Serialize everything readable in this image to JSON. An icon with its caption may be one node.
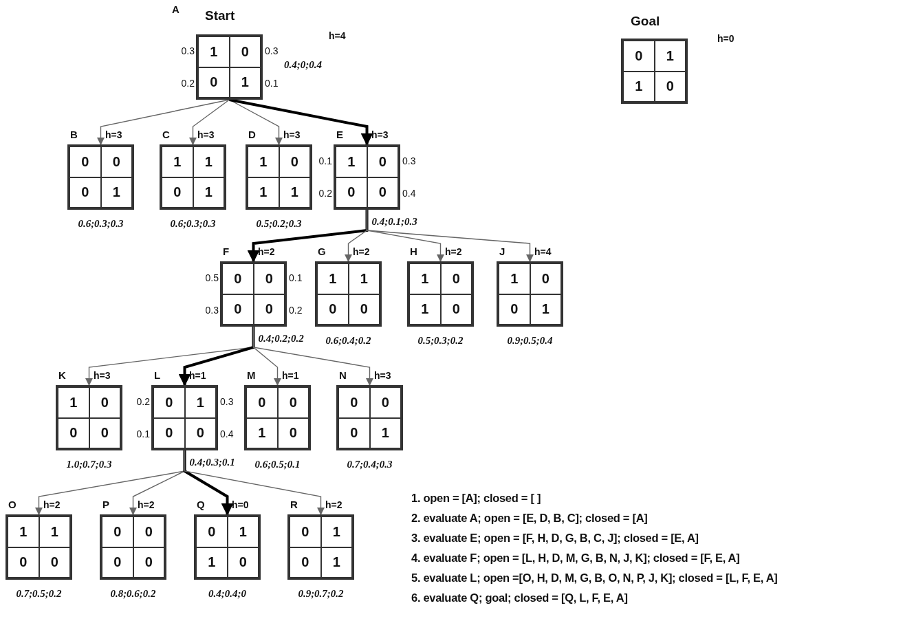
{
  "diagram": {
    "nodes": [
      {
        "text": [
          "1",
          "0",
          "0",
          "1"
        ],
        "beside": [
          "A",
          "Start",
          "h=4",
          "0.4;0;0.4",
          "0.3",
          "0.2",
          "0.3",
          "0.1"
        ]
      },
      {
        "text": [
          "0",
          "0",
          "0",
          "1"
        ],
        "beside": [
          "B",
          "h=3",
          "0.6;0.3;0.3"
        ]
      },
      {
        "text": [
          "1",
          "1",
          "0",
          "1"
        ],
        "beside": [
          "C",
          "h=3",
          "0.6;0.3;0.3"
        ]
      },
      {
        "text": [
          "1",
          "0",
          "1",
          "1"
        ],
        "beside": [
          "D",
          "h=3",
          "0.5;0.2;0.3"
        ]
      },
      {
        "text": [
          "1",
          "0",
          "0",
          "0"
        ],
        "beside": [
          "E",
          "h=3",
          "0.4;0.1;0.3",
          "0.1",
          "0.2",
          "0.3",
          "0.4"
        ]
      },
      {
        "text": [
          "0",
          "0",
          "0",
          "0"
        ],
        "beside": [
          "F",
          "h=2",
          "0.4;0.2;0.2",
          "0.5",
          "0.3",
          "0.1",
          "0.2"
        ]
      },
      {
        "text": [
          "1",
          "1",
          "0",
          "0"
        ],
        "beside": [
          "G",
          "h=2",
          "0.6;0.4;0.2"
        ]
      },
      {
        "text": [
          "1",
          "0",
          "1",
          "0"
        ],
        "beside": [
          "H",
          "h=2",
          "0.5;0.3;0.2"
        ]
      },
      {
        "text": [
          "1",
          "0",
          "0",
          "1"
        ],
        "beside": [
          "J",
          "h=4",
          "0.9;0.5;0.4"
        ]
      },
      {
        "text": [
          "1",
          "0",
          "0",
          "0"
        ],
        "beside": [
          "K",
          "h=3",
          "1.0;0.7;0.3"
        ]
      },
      {
        "text": [
          "0",
          "1",
          "0",
          "0"
        ],
        "beside": [
          "L",
          "h=1",
          "0.4;0.3;0.1",
          "0.2",
          "0.1",
          "0.3",
          "0.4"
        ]
      },
      {
        "text": [
          "0",
          "0",
          "1",
          "0"
        ],
        "beside": [
          "M",
          "h=1",
          "0.6;0.5;0.1"
        ]
      },
      {
        "text": [
          "0",
          "0",
          "0",
          "1"
        ],
        "beside": [
          "N",
          "h=3",
          "0.7;0.4;0.3"
        ]
      },
      {
        "text": [
          "1",
          "1",
          "0",
          "0"
        ],
        "beside": [
          "O",
          "h=2",
          "0.7;0.5;0.2"
        ]
      },
      {
        "text": [
          "0",
          "0",
          "0",
          "0"
        ],
        "beside": [
          "P",
          "h=2",
          "0.8;0.6;0.2"
        ]
      },
      {
        "text": [
          "0",
          "1",
          "1",
          "0"
        ],
        "beside": [
          "Q",
          "h=0",
          "0.4;0.4;0"
        ]
      },
      {
        "text": [
          "0",
          "1",
          "0",
          "1"
        ],
        "beside": [
          "R",
          "h=2",
          "0.9;0.7;0.2"
        ]
      },
      {
        "text": [
          "0",
          "1",
          "1",
          "0"
        ],
        "beside": [
          "Goal",
          "h=0"
        ]
      }
    ],
    "edges": [
      {
        "from": 0,
        "to": 1,
        "arrow": "to"
      },
      {
        "from": 0,
        "to": 2,
        "arrow": "to"
      },
      {
        "from": 0,
        "to": 3,
        "arrow": "to"
      },
      {
        "from": 0,
        "to": 4,
        "arrow": "to",
        "style": "thick",
        "color": "#000000"
      },
      {
        "from": 4,
        "to": 5,
        "arrow": "to",
        "style": "thick",
        "color": "#000000"
      },
      {
        "from": 4,
        "to": 6,
        "arrow": "to"
      },
      {
        "from": 4,
        "to": 7,
        "arrow": "to"
      },
      {
        "from": 4,
        "to": 8,
        "arrow": "to"
      },
      {
        "from": 5,
        "to": 9,
        "arrow": "to"
      },
      {
        "from": 5,
        "to": 10,
        "arrow": "to",
        "style": "thick",
        "color": "#000000"
      },
      {
        "from": 5,
        "to": 11,
        "arrow": "to"
      },
      {
        "from": 5,
        "to": 12,
        "arrow": "to"
      },
      {
        "from": 10,
        "to": 13,
        "arrow": "to"
      },
      {
        "from": 10,
        "to": 14,
        "arrow": "to"
      },
      {
        "from": 10,
        "to": 15,
        "arrow": "to",
        "style": "thick",
        "color": "#000000"
      },
      {
        "from": 10,
        "to": 16,
        "arrow": "to"
      }
    ],
    "labels": [
      "1. open = [A]; closed = [ ]",
      "2. evaluate A; open = [E, D, B, C]; closed = [A]",
      "3. evaluate E; open = [F, H, D, G, B, C, J]; closed = [E, A]",
      "4. evaluate F; open = [L, H, D, M, G, B, N, J, K]; closed = [F, E, A]",
      "5. evaluate L; open =[O, H, D, M, G, B, O, N, P, J, K]; closed = [L, F, E, A]",
      "6. evaluate Q; goal; closed = [Q, L, F, E, A]"
    ]
  }
}
